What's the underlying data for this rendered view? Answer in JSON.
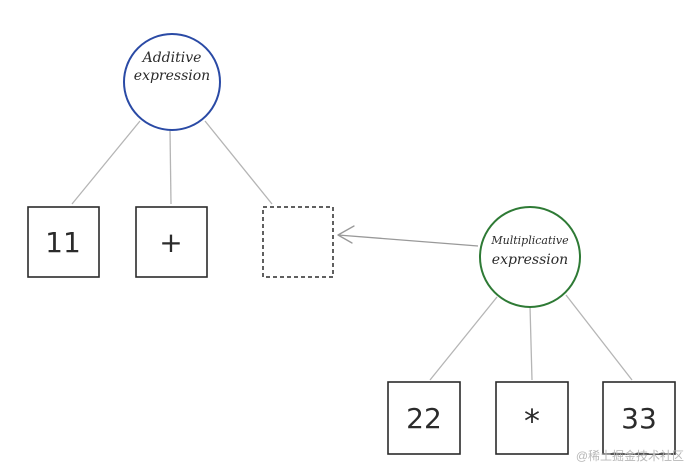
{
  "additive_node": {
    "line1": "Additive",
    "line2": "expression",
    "stroke": "#2a4aa5"
  },
  "multiplicative_node": {
    "line1": "Multiplicative",
    "line2": "expression",
    "stroke": "#2e7a35"
  },
  "additive_children": [
    "11",
    "+",
    ""
  ],
  "multiplicative_children": [
    "22",
    "*",
    "33"
  ],
  "watermark": "@稀土掘金技术社区",
  "colors": {
    "edge": "#b5b5b5",
    "box": "#2b2b2b",
    "arrow": "#999999"
  }
}
